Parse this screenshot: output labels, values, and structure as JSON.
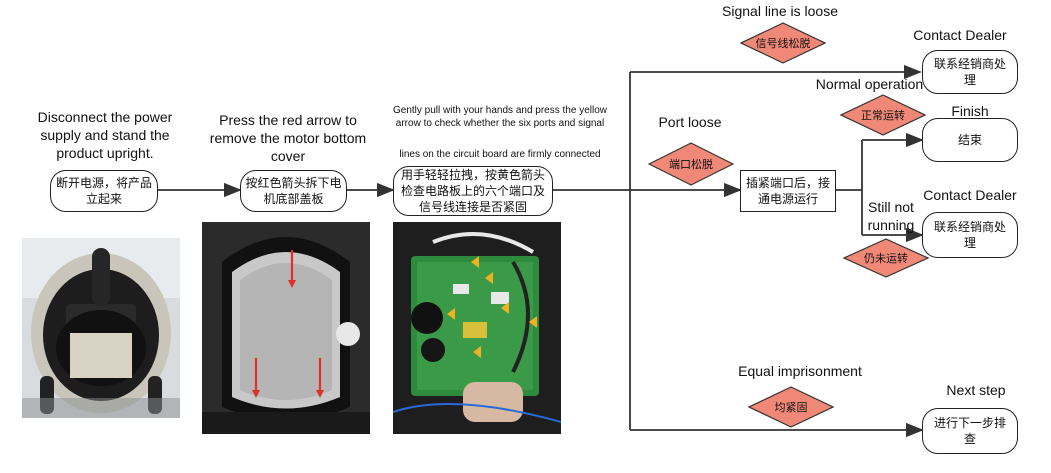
{
  "steps": [
    {
      "en": "Disconnect the power supply and stand the product upright.",
      "zh": "断开电源，将产品立起来"
    },
    {
      "en": "Press the red arrow to remove the motor bottom cover",
      "zh": "按红色箭头拆下电机底部盖板"
    },
    {
      "en_line1": "Gently pull with your hands and press the yellow arrow to check whether the six ports and signal",
      "en_line2": "lines on the circuit board are firmly connected",
      "zh": "用手轻轻拉拽，按黄色箭头检查电路板上的六个端口及信号线连接是否紧固"
    }
  ],
  "branches": {
    "signal_loose": {
      "en": "Signal line is loose",
      "zh": "信号线松脱",
      "result_en": "Contact Dealer",
      "result_zh": "联系经销商处理"
    },
    "port_loose": {
      "en": "Port loose",
      "zh": "端口松脱",
      "action_zh": "插紧端口后，接通电源运行"
    },
    "normal": {
      "en": "Normal operation",
      "zh": "正常运转",
      "result_en": "Finish",
      "result_zh": "结束"
    },
    "not_running": {
      "en": "Still not running",
      "zh": "仍未运转",
      "result_en": "Contact Dealer",
      "result_zh": "联系经销商处理"
    },
    "equal": {
      "en": "Equal imprisonment",
      "zh": "均紧固",
      "result_en": "Next step",
      "result_zh": "进行下一步排查"
    }
  },
  "colors": {
    "diamond_fill": "#f08878",
    "line": "#333333"
  }
}
